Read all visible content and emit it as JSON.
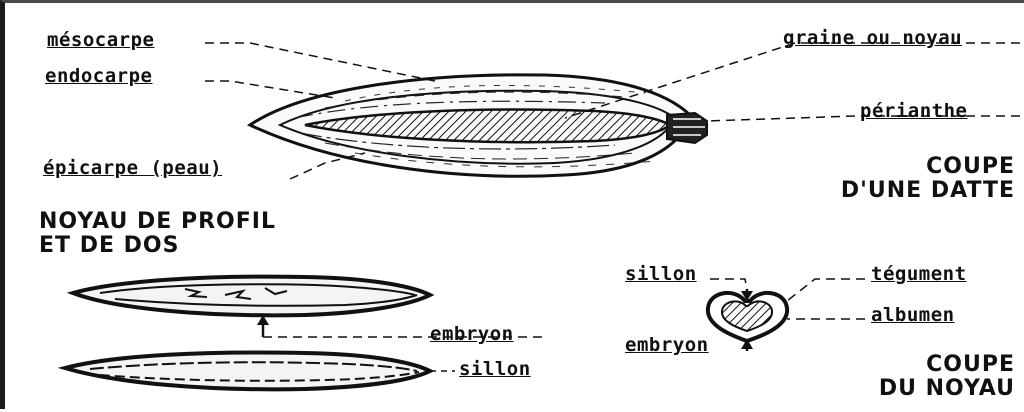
{
  "labels": {
    "mesocarpe": "mésocarpe",
    "endocarpe": "endocarpe",
    "epicarpe": "épicarpe (peau)",
    "graine": "graine ou noyau",
    "perianthe": "périanthe",
    "sillon_top": "sillon",
    "tegument": "tégument",
    "albumen": "albumen",
    "embryon_section": "embryon",
    "embryon_profile": "embryon",
    "sillon_profile": "sillon"
  },
  "captions": {
    "datte_line1": "COUPE",
    "datte_line2": "D'UNE DATTE",
    "profil_line1": "NOYAU DE PROFIL",
    "profil_line2": "ET DE DOS",
    "noyau_line1": "COUPE",
    "noyau_line2": "DU NOYAU"
  }
}
